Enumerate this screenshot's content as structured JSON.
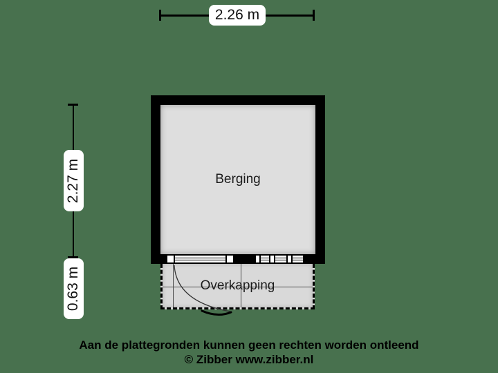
{
  "plan": {
    "room_label": "Berging",
    "canopy_label": "Overkapping"
  },
  "dimensions": {
    "width": "2.26 m",
    "height": "2.27 m",
    "canopy_depth": "0.63 m"
  },
  "footer": {
    "disclaimer": "Aan de plattegronden kunnen geen rechten worden ontleend",
    "copyright": "© Zibber www.zibber.nl"
  },
  "colors": {
    "background": "#48714e",
    "wall": "#000000",
    "room_fill": "#dedede",
    "canopy_fill": "#d9d9d9",
    "dimension_label_bg": "#ffffff",
    "text": "#000000"
  }
}
